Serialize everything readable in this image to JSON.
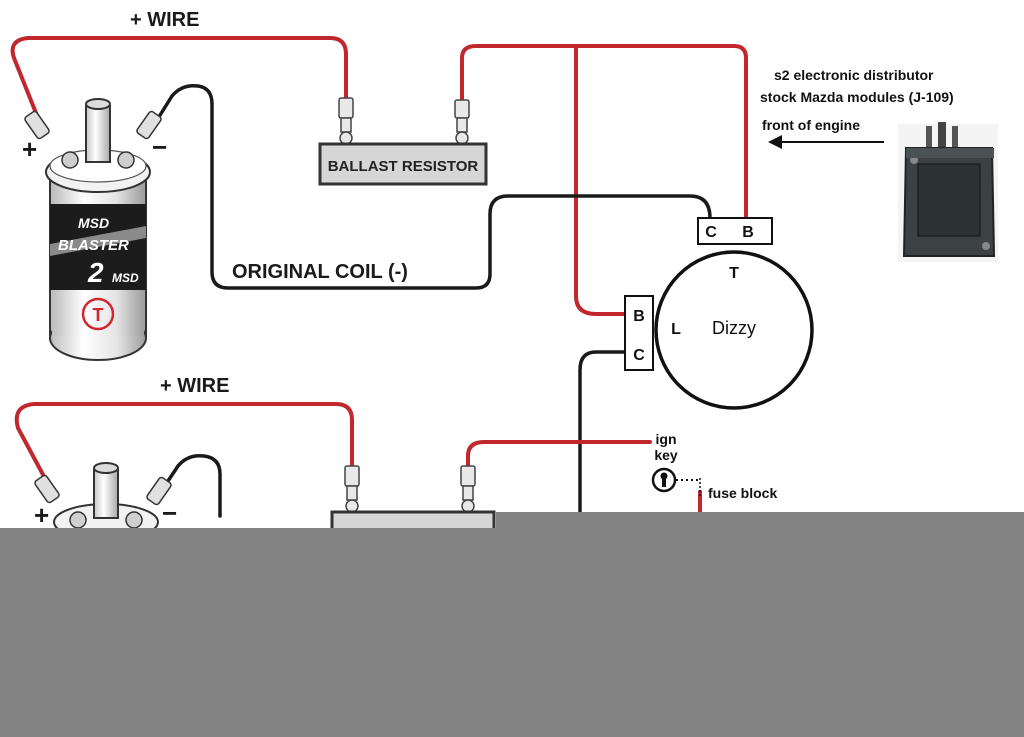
{
  "colors": {
    "red_wire": "#c0282e",
    "black_wire": "#1a1a1a",
    "resistor_fill": "#d6d6d6",
    "coil_red_mark": "#d22630",
    "cover": "#838383"
  },
  "top_section": {
    "plus_wire_label": "+ WIRE",
    "coil": {
      "plus_label": "+",
      "minus_label": "−",
      "brand_top": "MSD",
      "brand_main": "BLASTER",
      "brand_num": "2",
      "brand_small": "MSD",
      "terminal_mark": "T"
    },
    "ballast_label": "BALLAST RESISTOR",
    "original_coil_label": "ORIGINAL COIL (-)"
  },
  "distributor": {
    "name": "Dizzy",
    "terminal_t": "T",
    "terminal_l": "L",
    "connector_top": {
      "left": "C",
      "right": "B"
    },
    "connector_side": {
      "top": "B",
      "bottom": "C"
    }
  },
  "module_note": {
    "line1": "s2 electronic distributor",
    "line2": "stock Mazda modules (J-109)",
    "front_label": "front of engine"
  },
  "bottom_section": {
    "plus_wire_label": "+ WIRE",
    "plus_label": "+",
    "minus_label": "−",
    "ign_key_line1": "ign",
    "ign_key_line2": "key",
    "fuse_block_label": "fuse block"
  }
}
